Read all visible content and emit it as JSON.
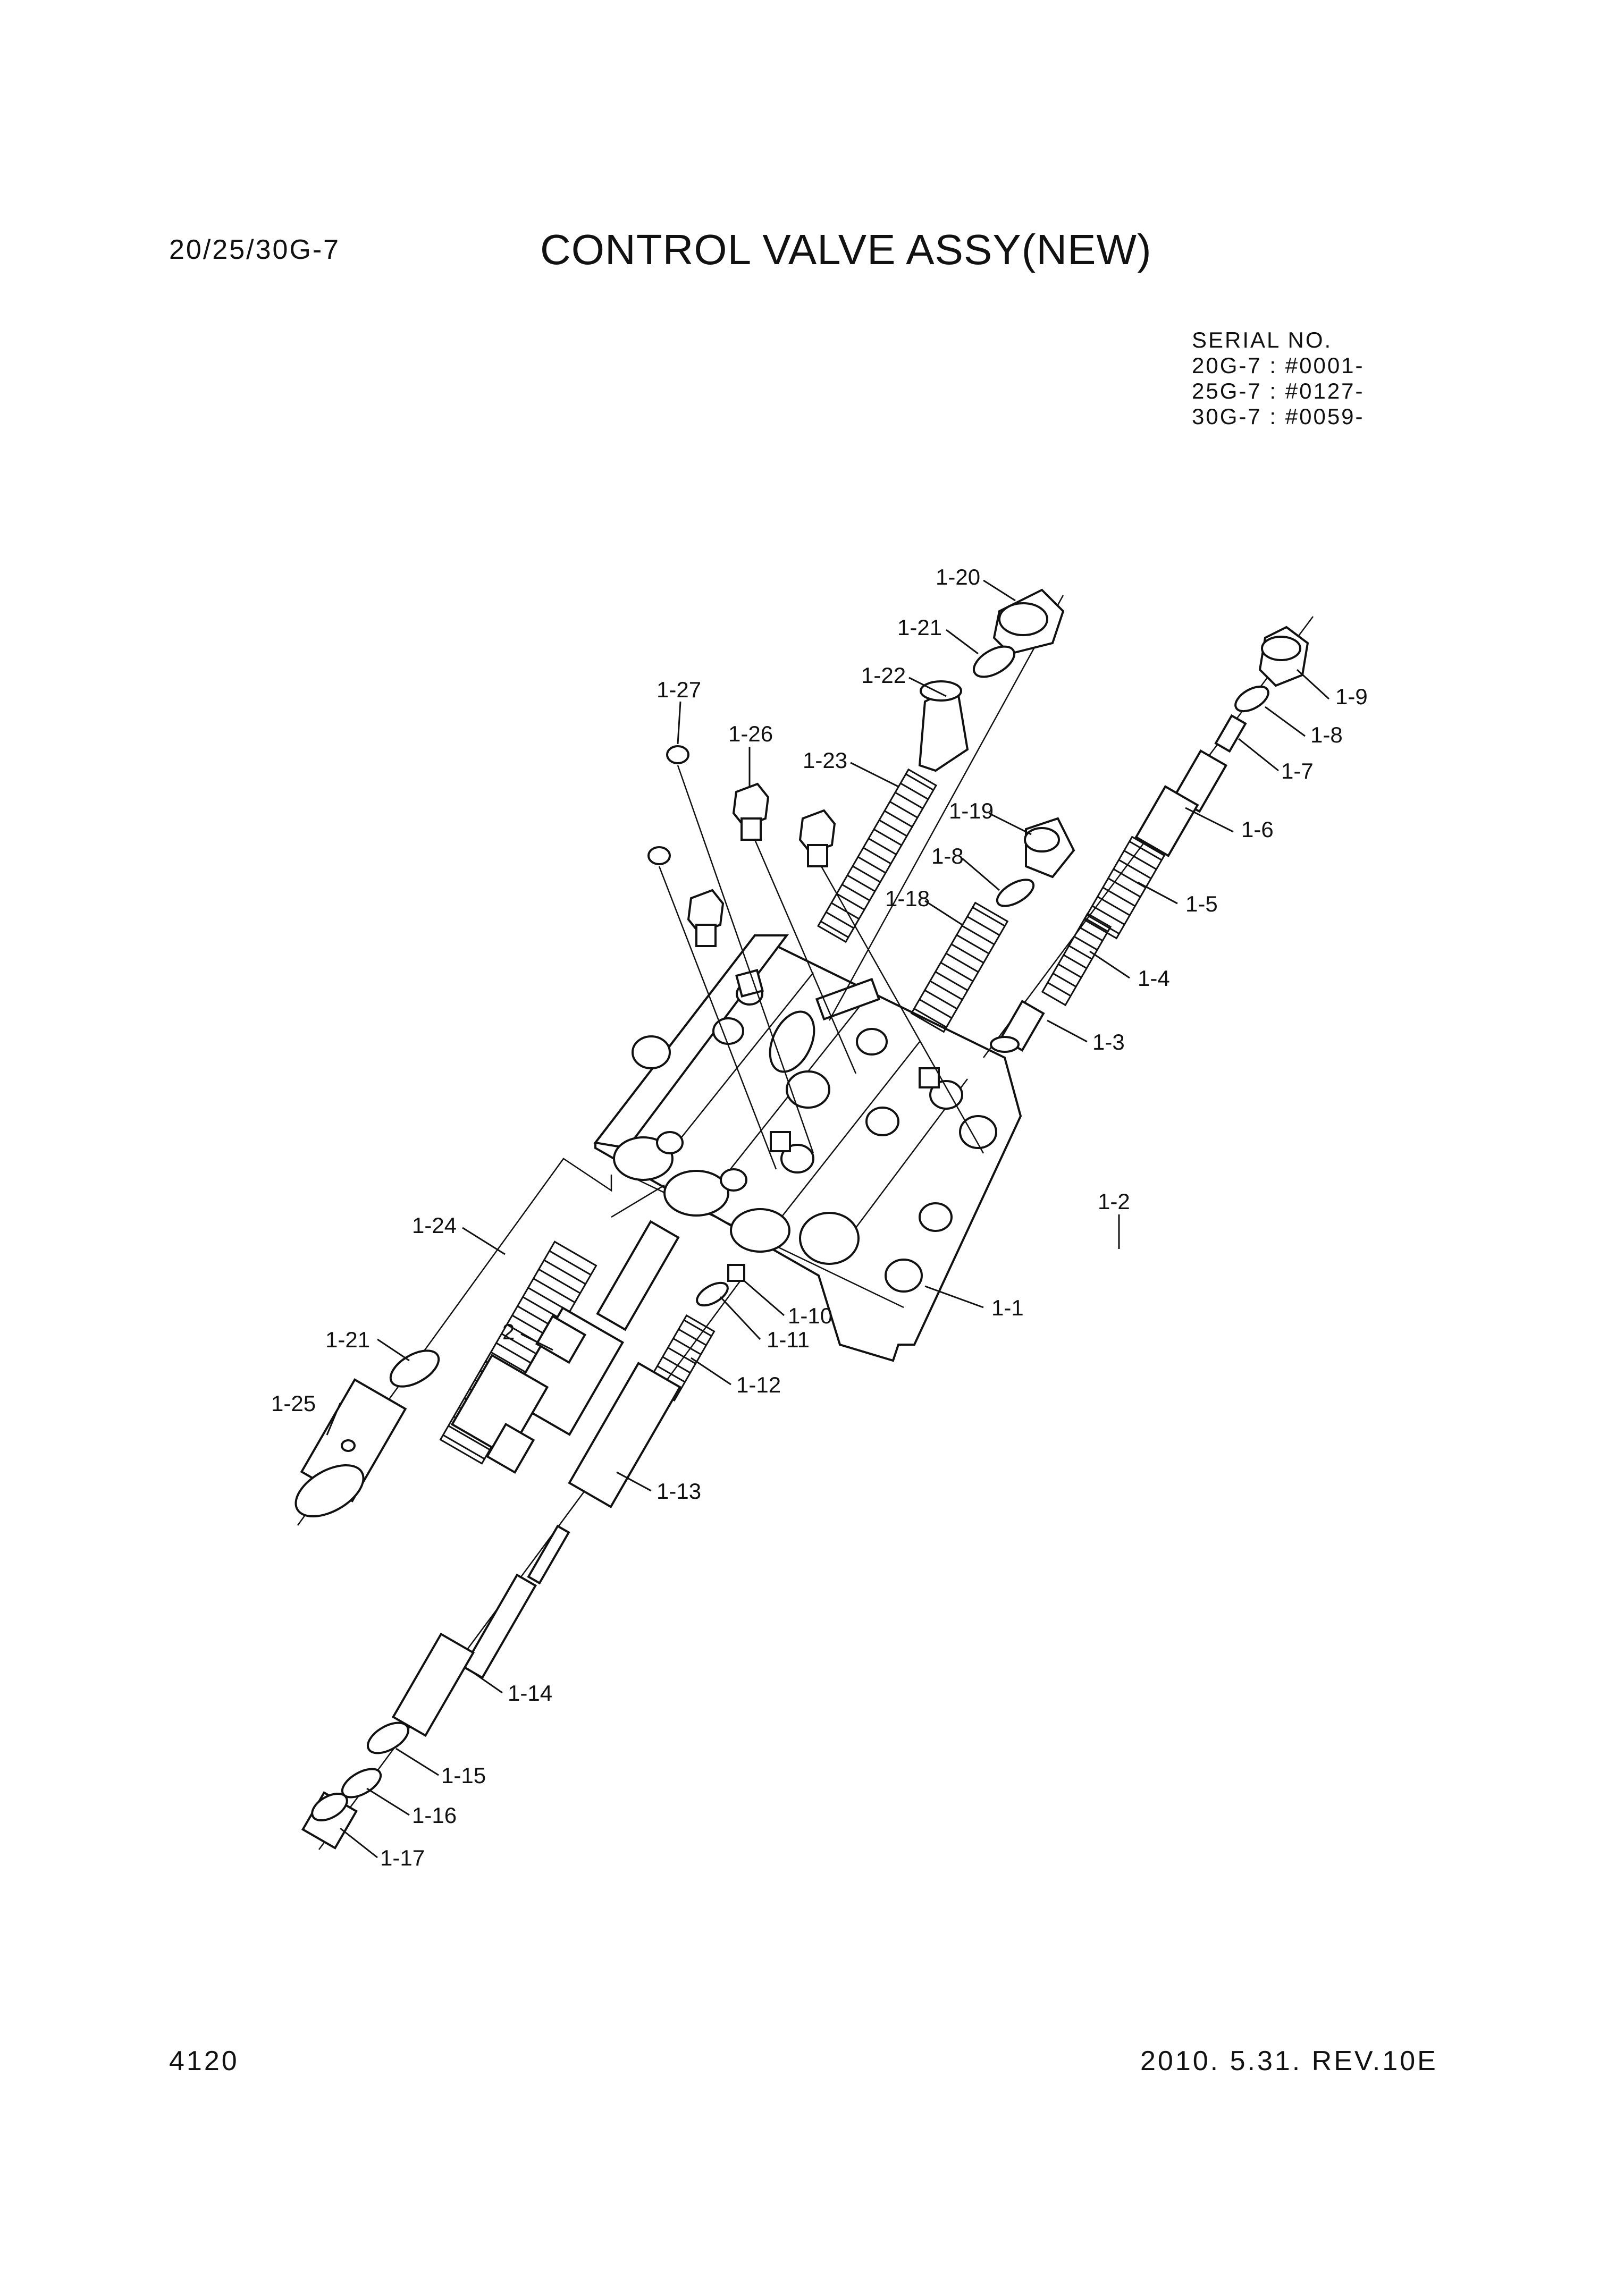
{
  "header": {
    "model": "20/25/30G-7",
    "title": "CONTROL VALVE ASSY(NEW)"
  },
  "serial": {
    "heading": "SERIAL NO.",
    "lines": [
      "20G-7 : #0001-",
      "25G-7 : #0127-",
      "30G-7 : #0059-"
    ]
  },
  "callouts": [
    "1-20",
    "1-21",
    "1-22",
    "1-27",
    "1-26",
    "1-23",
    "1-9",
    "1-8",
    "1-7",
    "1-19",
    "1-8",
    "1-6",
    "1-18",
    "1-5",
    "1-4",
    "1-3",
    "1-2",
    "1-24",
    "1-1",
    "1-10",
    "1-11",
    "2",
    "1-21",
    "1-12",
    "1-25",
    "1-13",
    "1-14",
    "1-15",
    "1-16",
    "1-17"
  ],
  "footer": {
    "page": "4120",
    "revision": "2010. 5.31.  REV.10E"
  }
}
